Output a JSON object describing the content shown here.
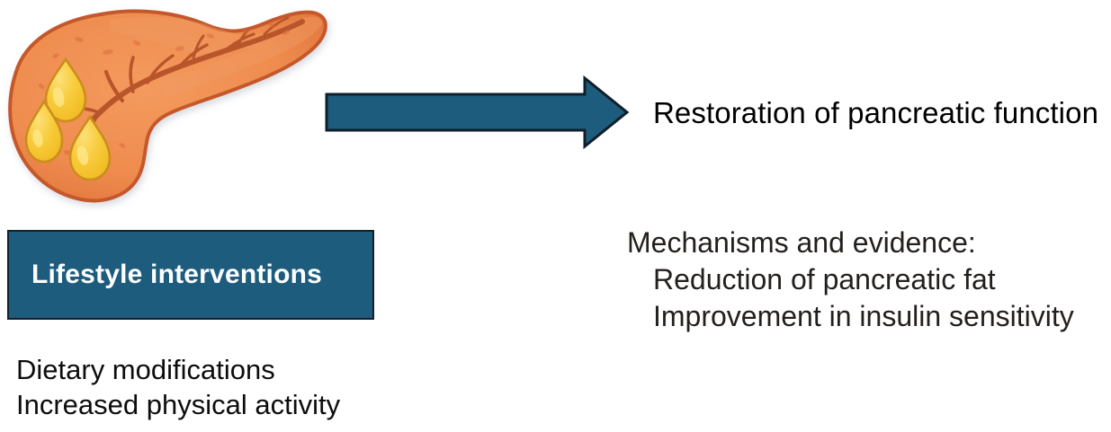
{
  "figure": {
    "pancreas": {
      "name": "pancreas-illustration",
      "description": "Illustration of a pancreas with yellow fat droplets",
      "organ_color": "#ef8c4f",
      "organ_shade_color": "#e2753a",
      "outline_color": "#c4582a",
      "duct_color": "#b9552b",
      "fat_droplet_color": "#f6c330",
      "fat_droplet_highlight": "#fcd95e",
      "fat_droplet_outline": "#c98a1c",
      "droplet_count": 3
    }
  },
  "arrow": {
    "name": "process-arrow",
    "direction": "right",
    "fill_color": "#1d5c7d",
    "stroke_color": "#0e1f2b"
  },
  "outcome": {
    "label": "Restoration of pancreatic function",
    "text_color": "#000000"
  },
  "lifestyle": {
    "box_label": "Lifestyle interventions",
    "box_fill": "#1d5c7d",
    "box_border": "#11222e",
    "box_text_color": "#ffffff",
    "details": [
      "Dietary modifications",
      "Increased physical activity"
    ]
  },
  "mechanisms": {
    "heading": "Mechanisms and evidence:",
    "items": [
      "Reduction of pancreatic fat",
      "Improvement in insulin sensitivity"
    ],
    "text_color": "#231f1d"
  }
}
